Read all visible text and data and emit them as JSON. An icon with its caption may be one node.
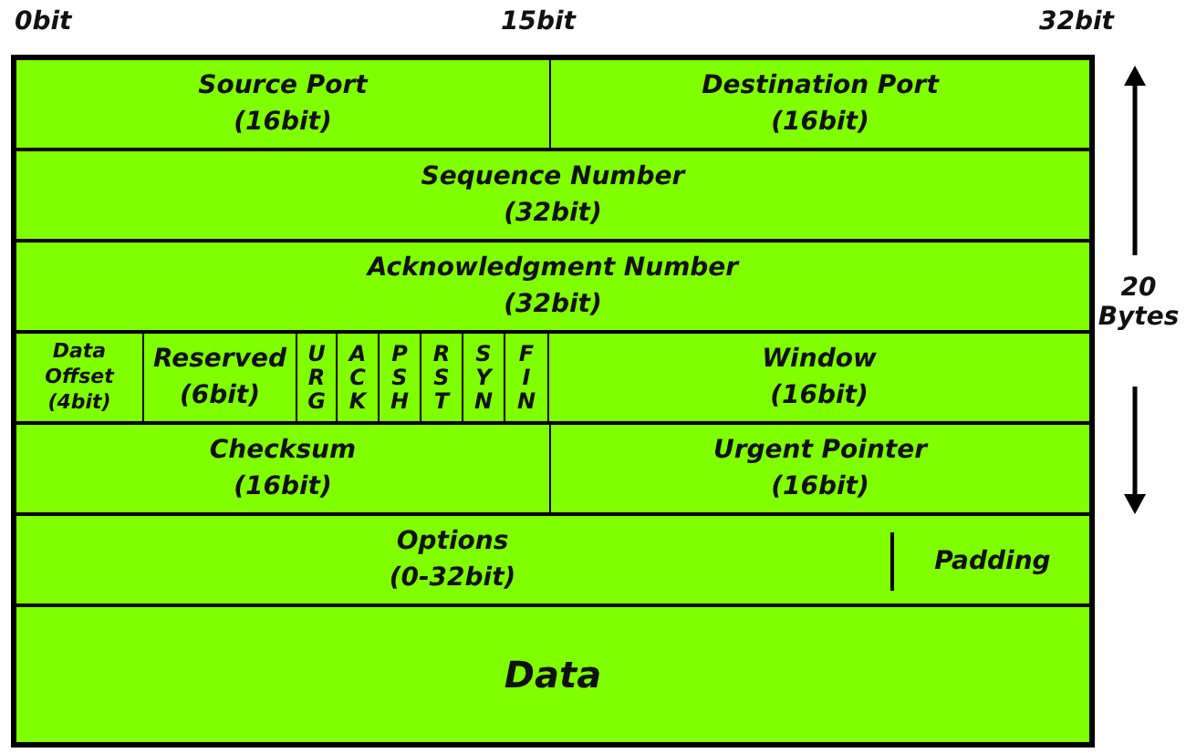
{
  "diagram": {
    "nodes": [
      {
        "text": [
          "Source Port",
          "(16bit)"
        ]
      },
      {
        "text": [
          "Destination Port",
          "(16bit)"
        ]
      },
      {
        "text": [
          "Sequence Number",
          "(32bit)"
        ]
      },
      {
        "text": [
          "Acknowledgment Number",
          "(32bit)"
        ]
      },
      {
        "text": [
          "Data Offset",
          "(4bit)"
        ]
      },
      {
        "text": [
          "Reserved",
          "(6bit)"
        ]
      },
      {
        "text": [
          "U R G"
        ]
      },
      {
        "text": [
          "A C K"
        ]
      },
      {
        "text": [
          "P S H"
        ]
      },
      {
        "text": [
          "R S T"
        ]
      },
      {
        "text": [
          "S Y N"
        ]
      },
      {
        "text": [
          "F I N"
        ]
      },
      {
        "text": [
          "Window",
          "(16bit)"
        ]
      },
      {
        "text": [
          "Checksum",
          "(16bit)"
        ]
      },
      {
        "text": [
          "Urgent Pointer",
          "(16bit)"
        ]
      },
      {
        "text": [
          "Options",
          "(0-32bit)"
        ]
      },
      {
        "text": [
          "Padding"
        ]
      },
      {
        "text": [
          "Data"
        ]
      }
    ],
    "labels": [
      "0bit",
      "15bit",
      "32bit",
      "20 Bytes"
    ]
  }
}
